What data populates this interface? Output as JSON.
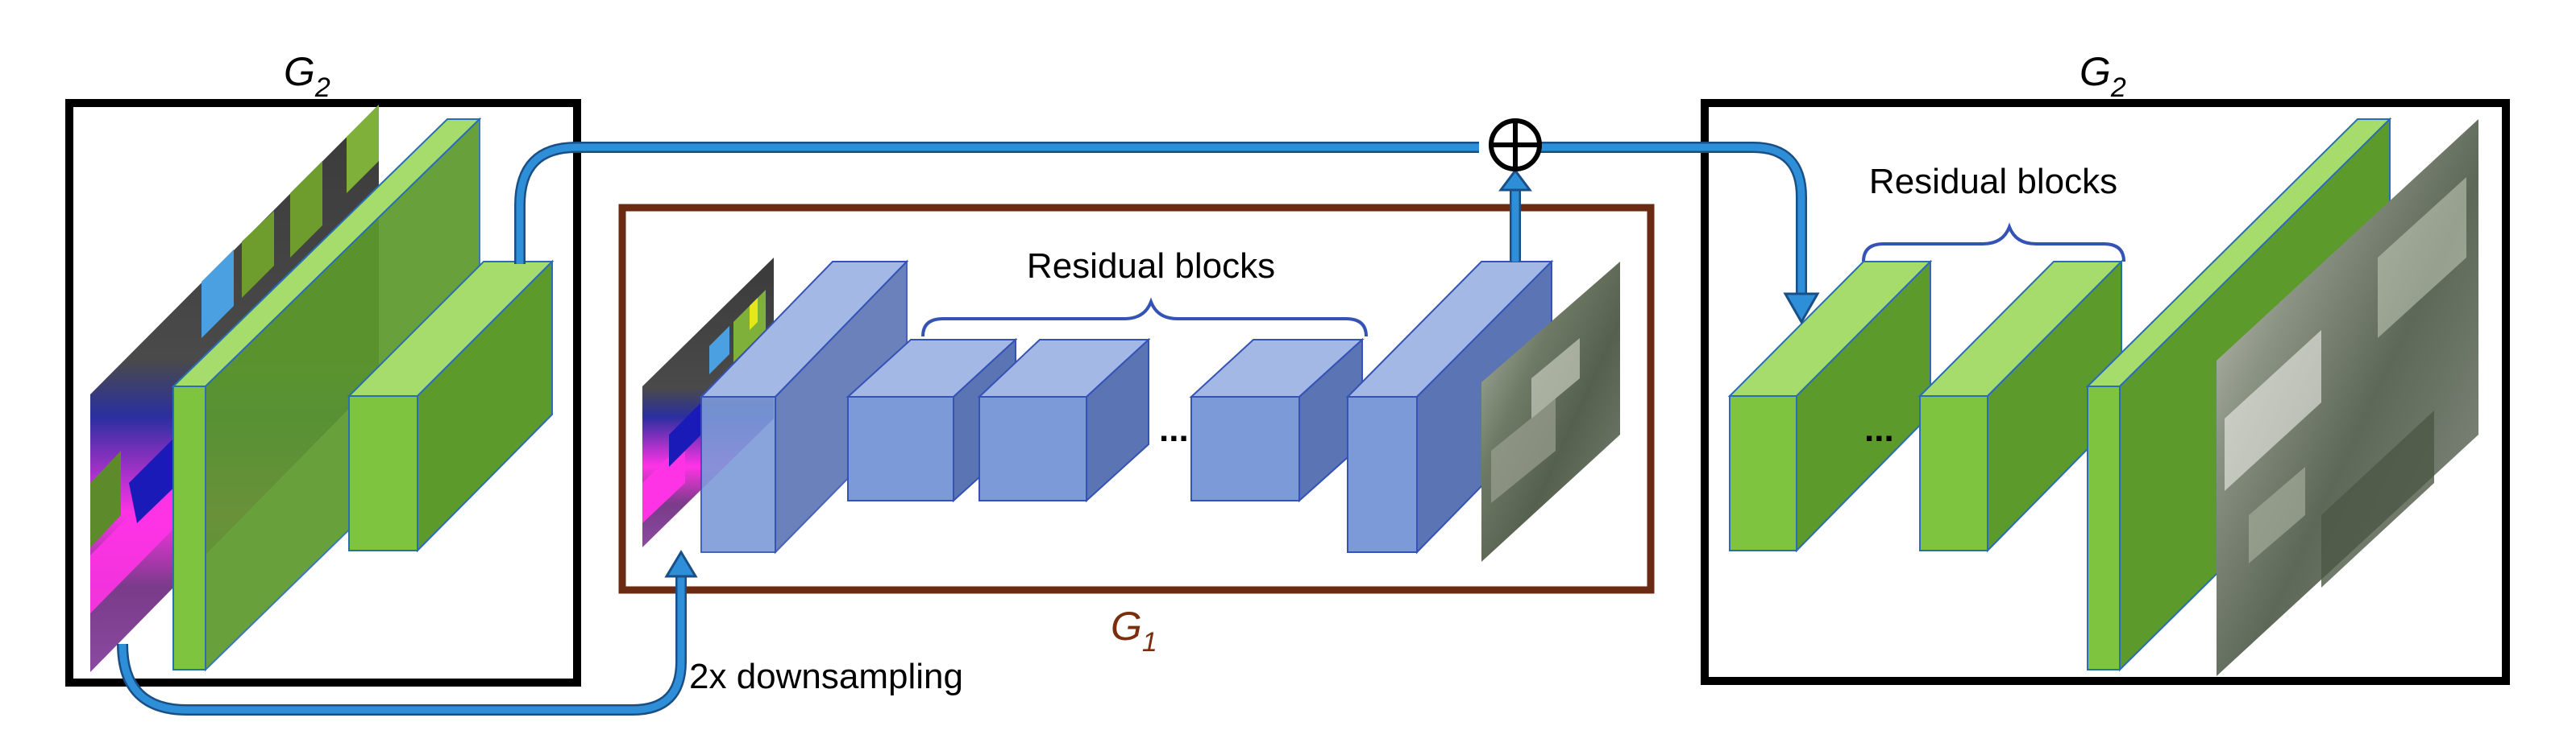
{
  "labels": {
    "g2_left": {
      "main": "G",
      "sub": "2"
    },
    "g2_right": {
      "main": "G",
      "sub": "2"
    },
    "g1": {
      "main": "G",
      "sub": "1"
    },
    "residual_center": "Residual blocks",
    "residual_right": "Residual blocks",
    "downsampling": "2x downsampling",
    "ellipsis_center": "...",
    "ellipsis_right": "..."
  },
  "colors": {
    "frame": "#000000",
    "g1_frame": "#6b2a12",
    "g1_label": "#7a2e10",
    "arrow": "#2e8fd8",
    "arrow_outline": "#1a4f86",
    "brace": "#3553b5",
    "green_front": "#7ec43e",
    "green_side": "#5c9a2c",
    "green_top": "#a6dc6c",
    "blue_front": "#7d9ad8",
    "blue_side": "#5a74b4",
    "blue_top": "#a4b8e6"
  },
  "icons": {
    "sum": "circled-plus-icon"
  }
}
